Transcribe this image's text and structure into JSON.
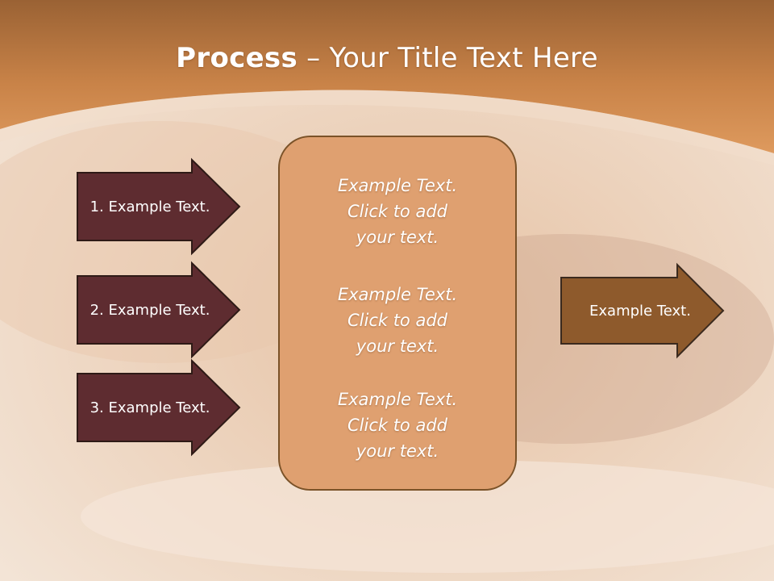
{
  "slide": {
    "title_bold": "Process",
    "title_rest": " – Your Title Text Here"
  },
  "left_arrows": [
    {
      "label": "1. Example Text."
    },
    {
      "label": "2. Example Text."
    },
    {
      "label": "3. Example Text."
    }
  ],
  "center_box": {
    "items": [
      {
        "line1": "Example Text.",
        "line2": "Click  to add",
        "line3": "your text."
      },
      {
        "line1": "Example Text.",
        "line2": "Click  to add",
        "line3": "your text."
      },
      {
        "line1": "Example Text.",
        "line2": "Click  to add",
        "line3": "your text."
      }
    ]
  },
  "right_arrow": {
    "label": "Example Text."
  },
  "colors": {
    "header": "#c98348",
    "left_arrow_fill": "#5e2c30",
    "right_arrow_fill": "#8e5a2c",
    "center_box_fill": "#dfa070",
    "outline": "#3b2a1e"
  }
}
